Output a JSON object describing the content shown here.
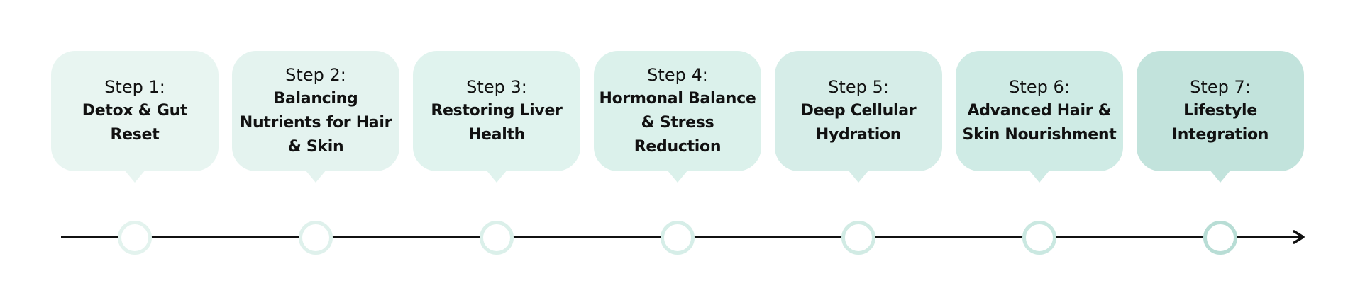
{
  "steps": [
    {
      "label": "Step 1:",
      "title": "Detox & Gut Reset",
      "color": "#e8f5f1"
    },
    {
      "label": "Step 2:",
      "title": "Balancing Nutrients for Hair & Skin",
      "color": "#e4f3ef"
    },
    {
      "label": "Step 3:",
      "title": "Restoring Liver Health",
      "color": "#e0f3ee"
    },
    {
      "label": "Step 4:",
      "title": "Hormonal Balance & Stress Reduction",
      "color": "#dbf1eb"
    },
    {
      "label": "Step 5:",
      "title": "Deep Cellular Hydration",
      "color": "#d6ede8"
    },
    {
      "label": "Step 6:",
      "title": "Advanced Hair & Skin Nourishment",
      "color": "#cfebe5"
    },
    {
      "label": "Step 7:",
      "title": "Lifestyle Integration",
      "color": "#c2e3dc"
    }
  ],
  "colors": {
    "axis": "#111111",
    "text": "#111111",
    "background": "#ffffff"
  },
  "icons": {
    "arrow": "arrow-right-icon",
    "marker": "circle-marker-icon"
  }
}
